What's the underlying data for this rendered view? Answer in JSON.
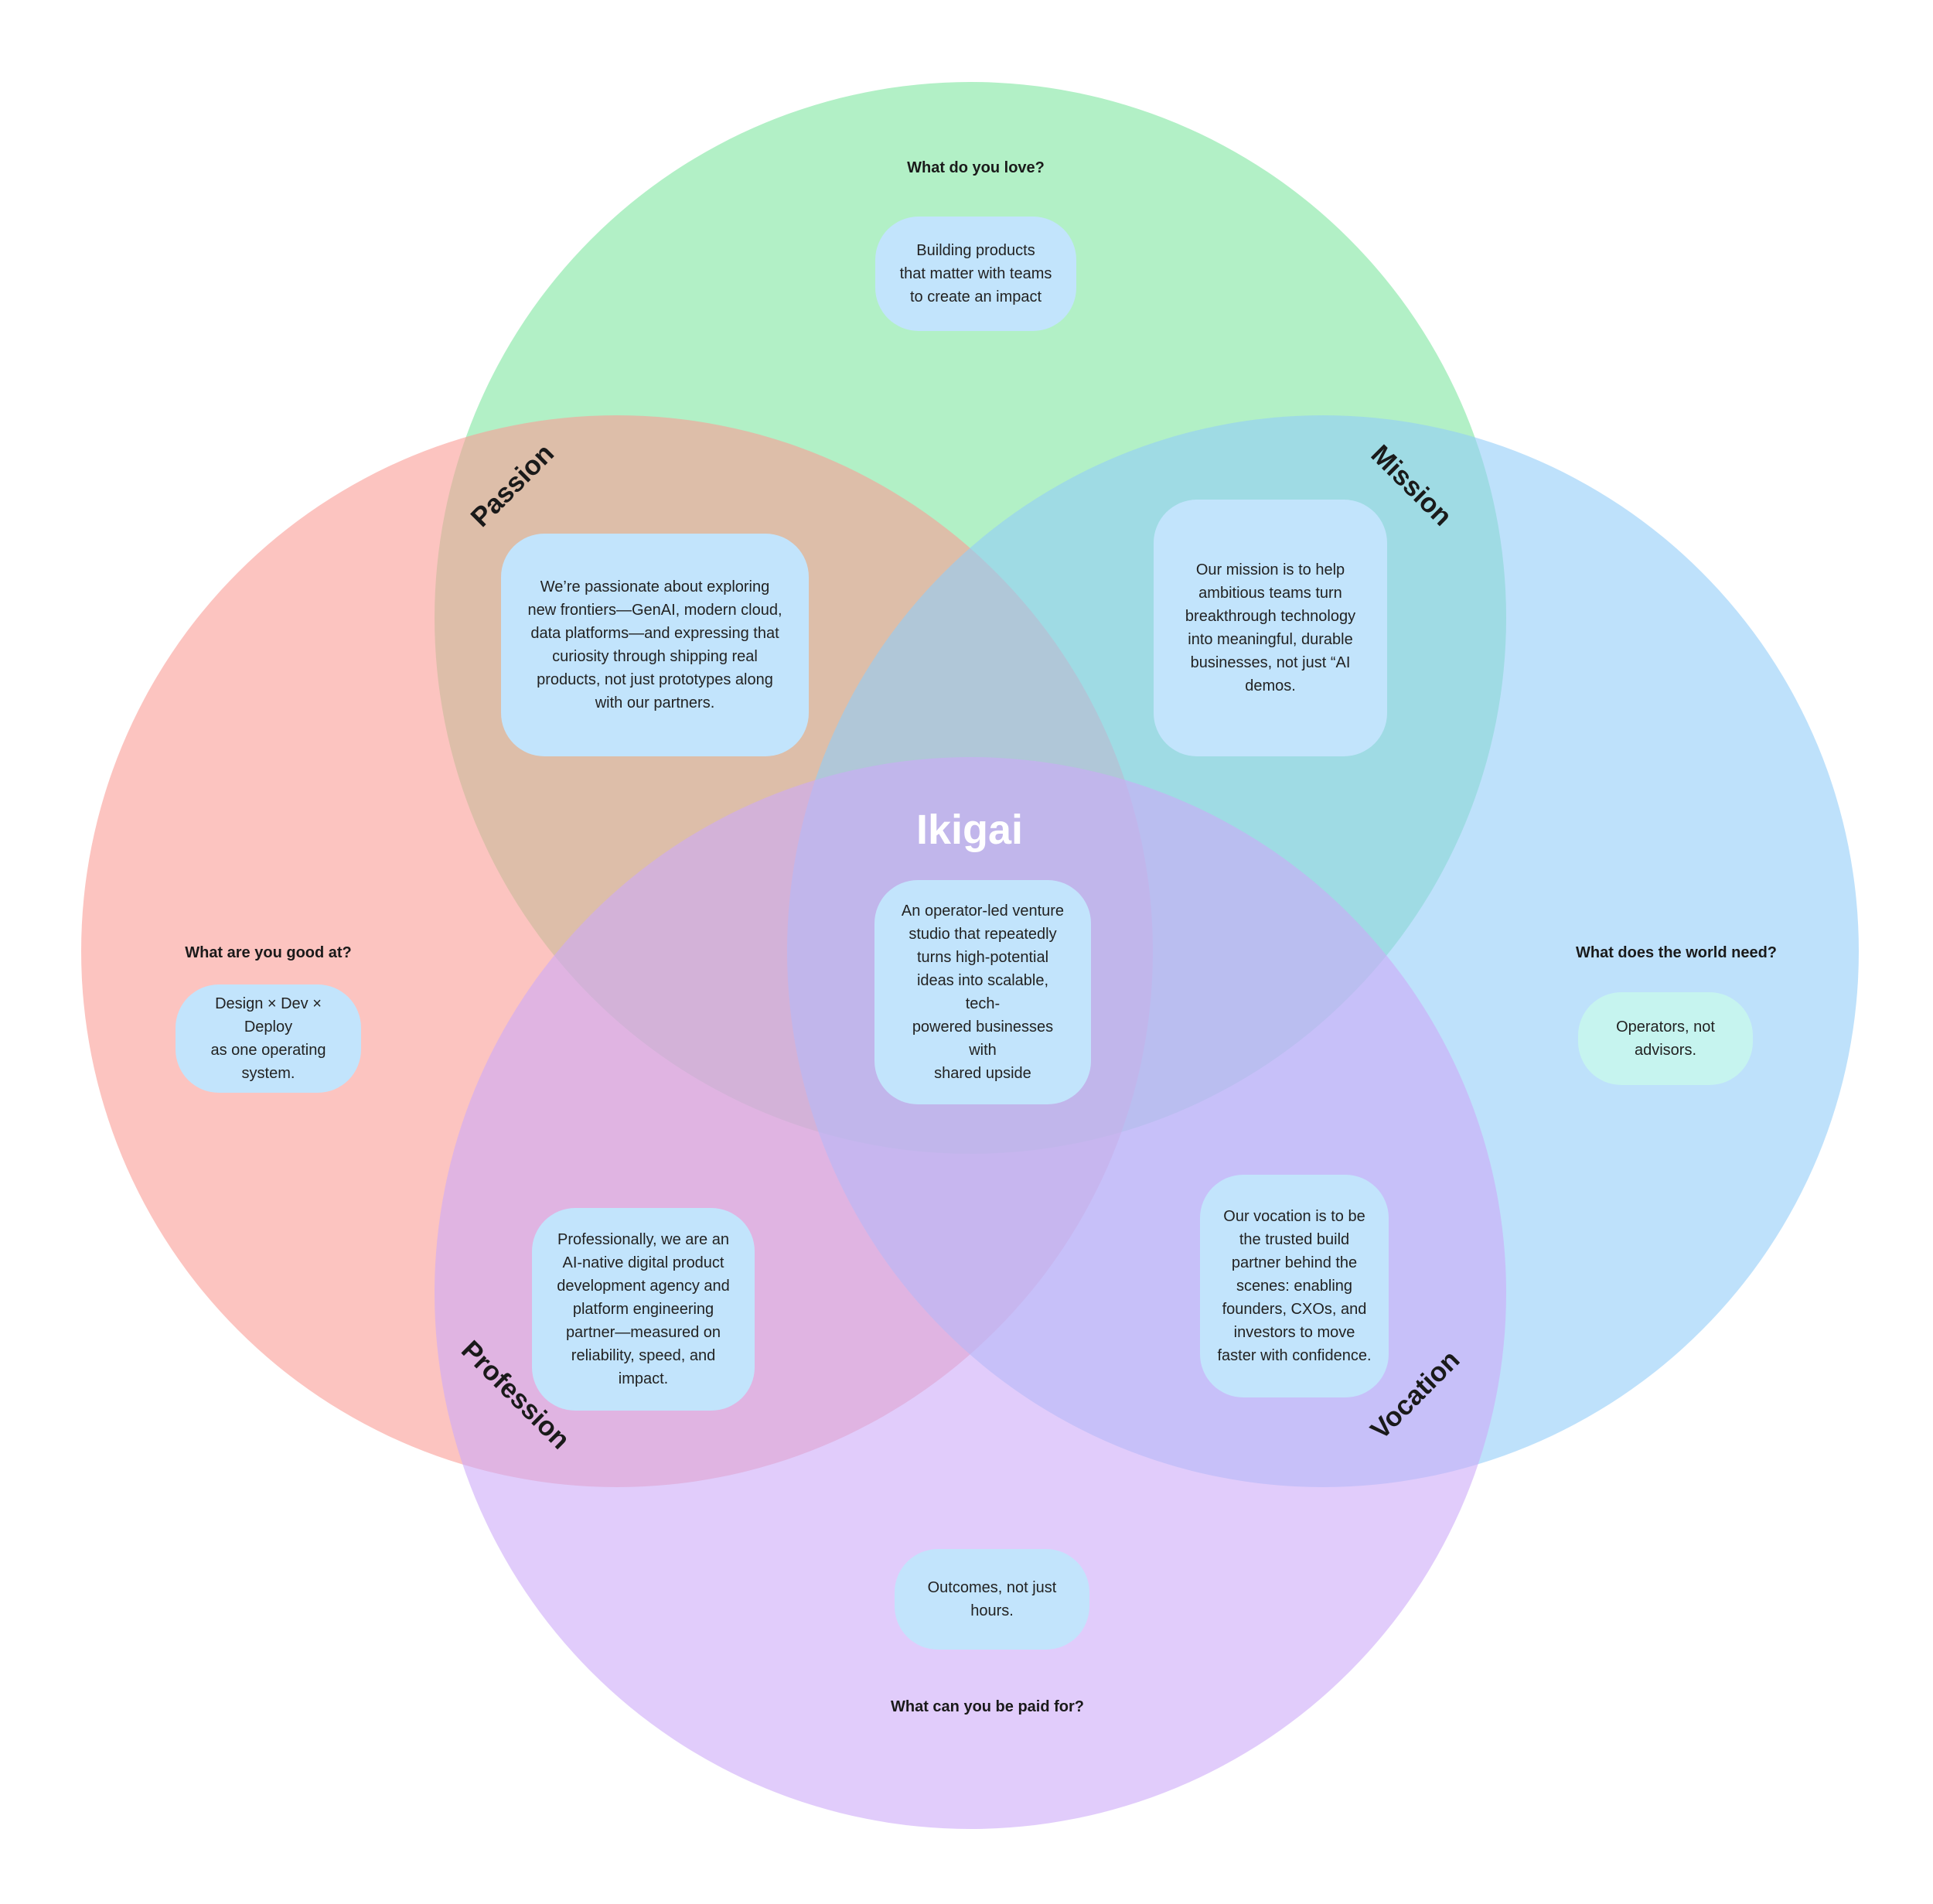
{
  "title": "Ikigai",
  "colors": {
    "love": "#7ee6a0",
    "good": "#fa9c96",
    "world": "#92cdf8",
    "paid": "#cdaaf8",
    "bubble": "#c2e4fc",
    "bubble_world": "#c6f4ef"
  },
  "circles": {
    "love": {
      "question": "What do you love?",
      "answer": "Building products\nthat matter with teams\nto create an impact"
    },
    "good": {
      "question": "What are you good at?",
      "answer": "Design × Dev × Deploy\nas one operating\nsystem."
    },
    "world": {
      "question": "What does the world need?",
      "answer": "Operators, not\nadvisors."
    },
    "paid": {
      "question": "What can you be paid for?",
      "answer": "Outcomes, not just\nhours."
    }
  },
  "overlaps": {
    "passion": {
      "label": "Passion",
      "text": "We’re passionate about exploring\nnew frontiers—GenAI, modern cloud,\ndata platforms—and expressing that\ncuriosity through shipping real\nproducts, not just prototypes along\nwith our partners."
    },
    "mission": {
      "label": "Mission",
      "text": "Our mission is to help\nambitious teams turn\nbreakthrough technology\ninto meaningful, durable\nbusinesses, not just “AI\ndemos."
    },
    "profession": {
      "label": "Profession",
      "text": "Professionally, we are an\nAI-native digital product\ndevelopment agency and\nplatform engineering\npartner—measured on\nreliability, speed, and\nimpact."
    },
    "vocation": {
      "label": "Vocation",
      "text": "Our vocation is to be\nthe trusted build\npartner behind the\nscenes: enabling\nfounders, CXOs, and\ninvestors to move\nfaster with confidence."
    }
  },
  "center": {
    "text": "An operator-led venture\nstudio that repeatedly\nturns high-potential\nideas into scalable,\ntech-\npowered businesses\nwith\nshared upside"
  }
}
